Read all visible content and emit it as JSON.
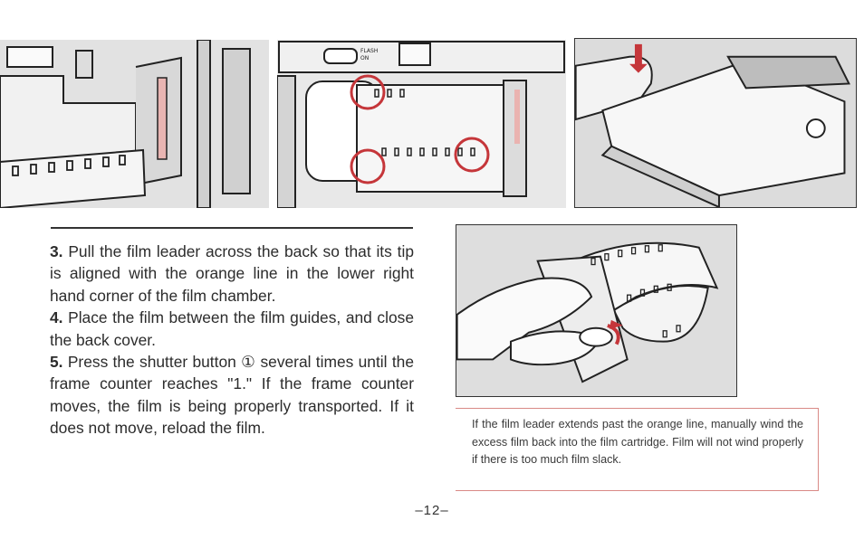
{
  "instructions": {
    "step3": {
      "number": "3.",
      "text": "Pull the film leader across the back so that its tip is aligned with the orange line in the lower right hand corner of the film chamber."
    },
    "step4": {
      "number": "4.",
      "text": "Place the film between the film guides, and close the back cover."
    },
    "step5": {
      "number": "5.",
      "text_before": "Press the shutter button",
      "circled": "①",
      "text_after": "several times until the frame counter reaches \"1.\" If the frame counter moves, the film is being properly transported. If it does not move, reload the film."
    }
  },
  "note": "If the film leader extends past the orange line, manually wind the excess film back into the film cartridge. Film will not wind properly if there is too much film slack.",
  "camera_labels": {
    "flash": "FLASH",
    "on": "ON"
  },
  "page_number": "–12–",
  "colors": {
    "marker": "#c5363a",
    "note_border": "#d98a86"
  }
}
